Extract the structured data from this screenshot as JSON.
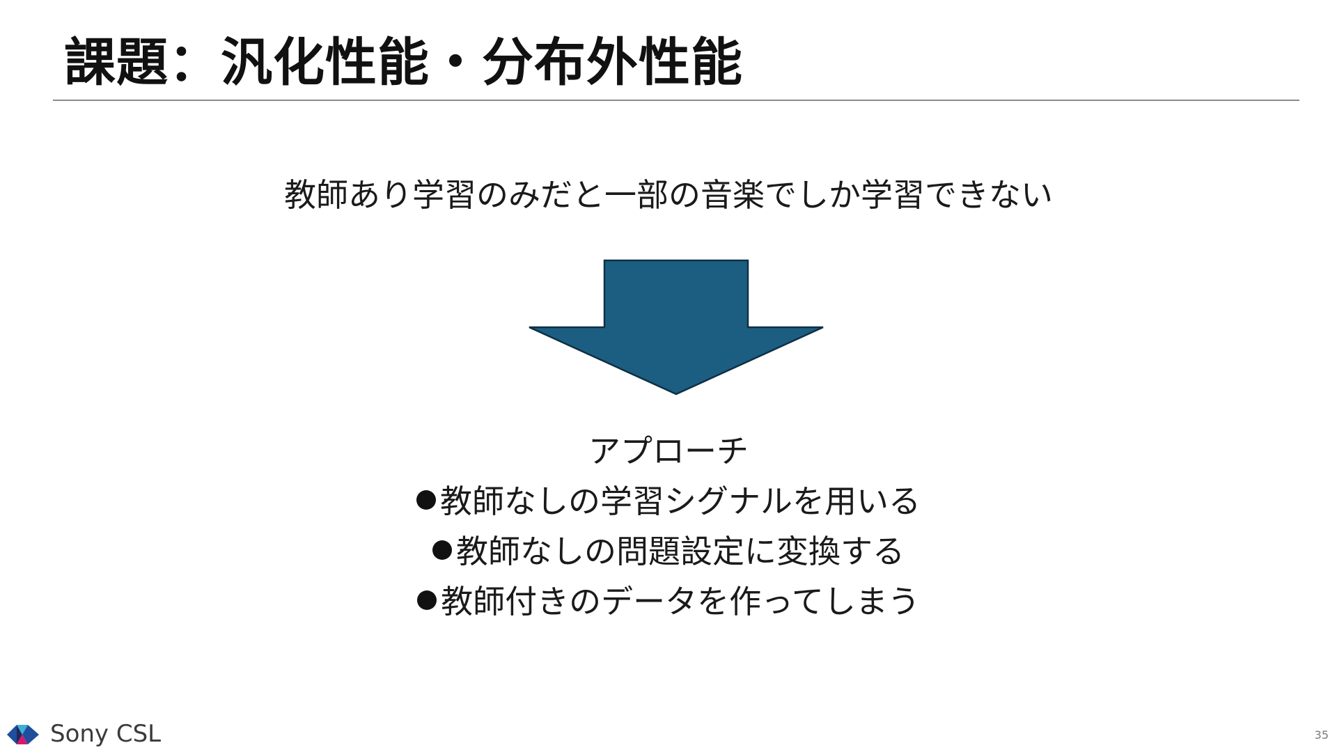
{
  "slide": {
    "title": "課題：汎化性能・分布外性能",
    "problem_statement": "教師あり学習のみだと一部の音楽でしか学習できない",
    "approach": {
      "heading": "アプローチ",
      "items": [
        "教師なしの学習シグナルを用いる",
        "教師なしの問題設定に変換する",
        "教師付きのデータを作ってしまう"
      ]
    },
    "page_number": "35"
  },
  "footer": {
    "brand_name": "Sony CSL"
  },
  "colors": {
    "arrow_fill": "#1b5e82",
    "arrow_stroke": "#0f2f44",
    "title_rule": "#8a8a8a",
    "logo_blue": "#1e4e9c",
    "logo_cyan": "#3ab0d9",
    "logo_magenta": "#d6186f",
    "logo_navy": "#23285f"
  },
  "icons": {
    "arrow": "down-arrow-icon",
    "logo": "sony-csl-logo-icon",
    "bullet": "bullet-icon"
  }
}
